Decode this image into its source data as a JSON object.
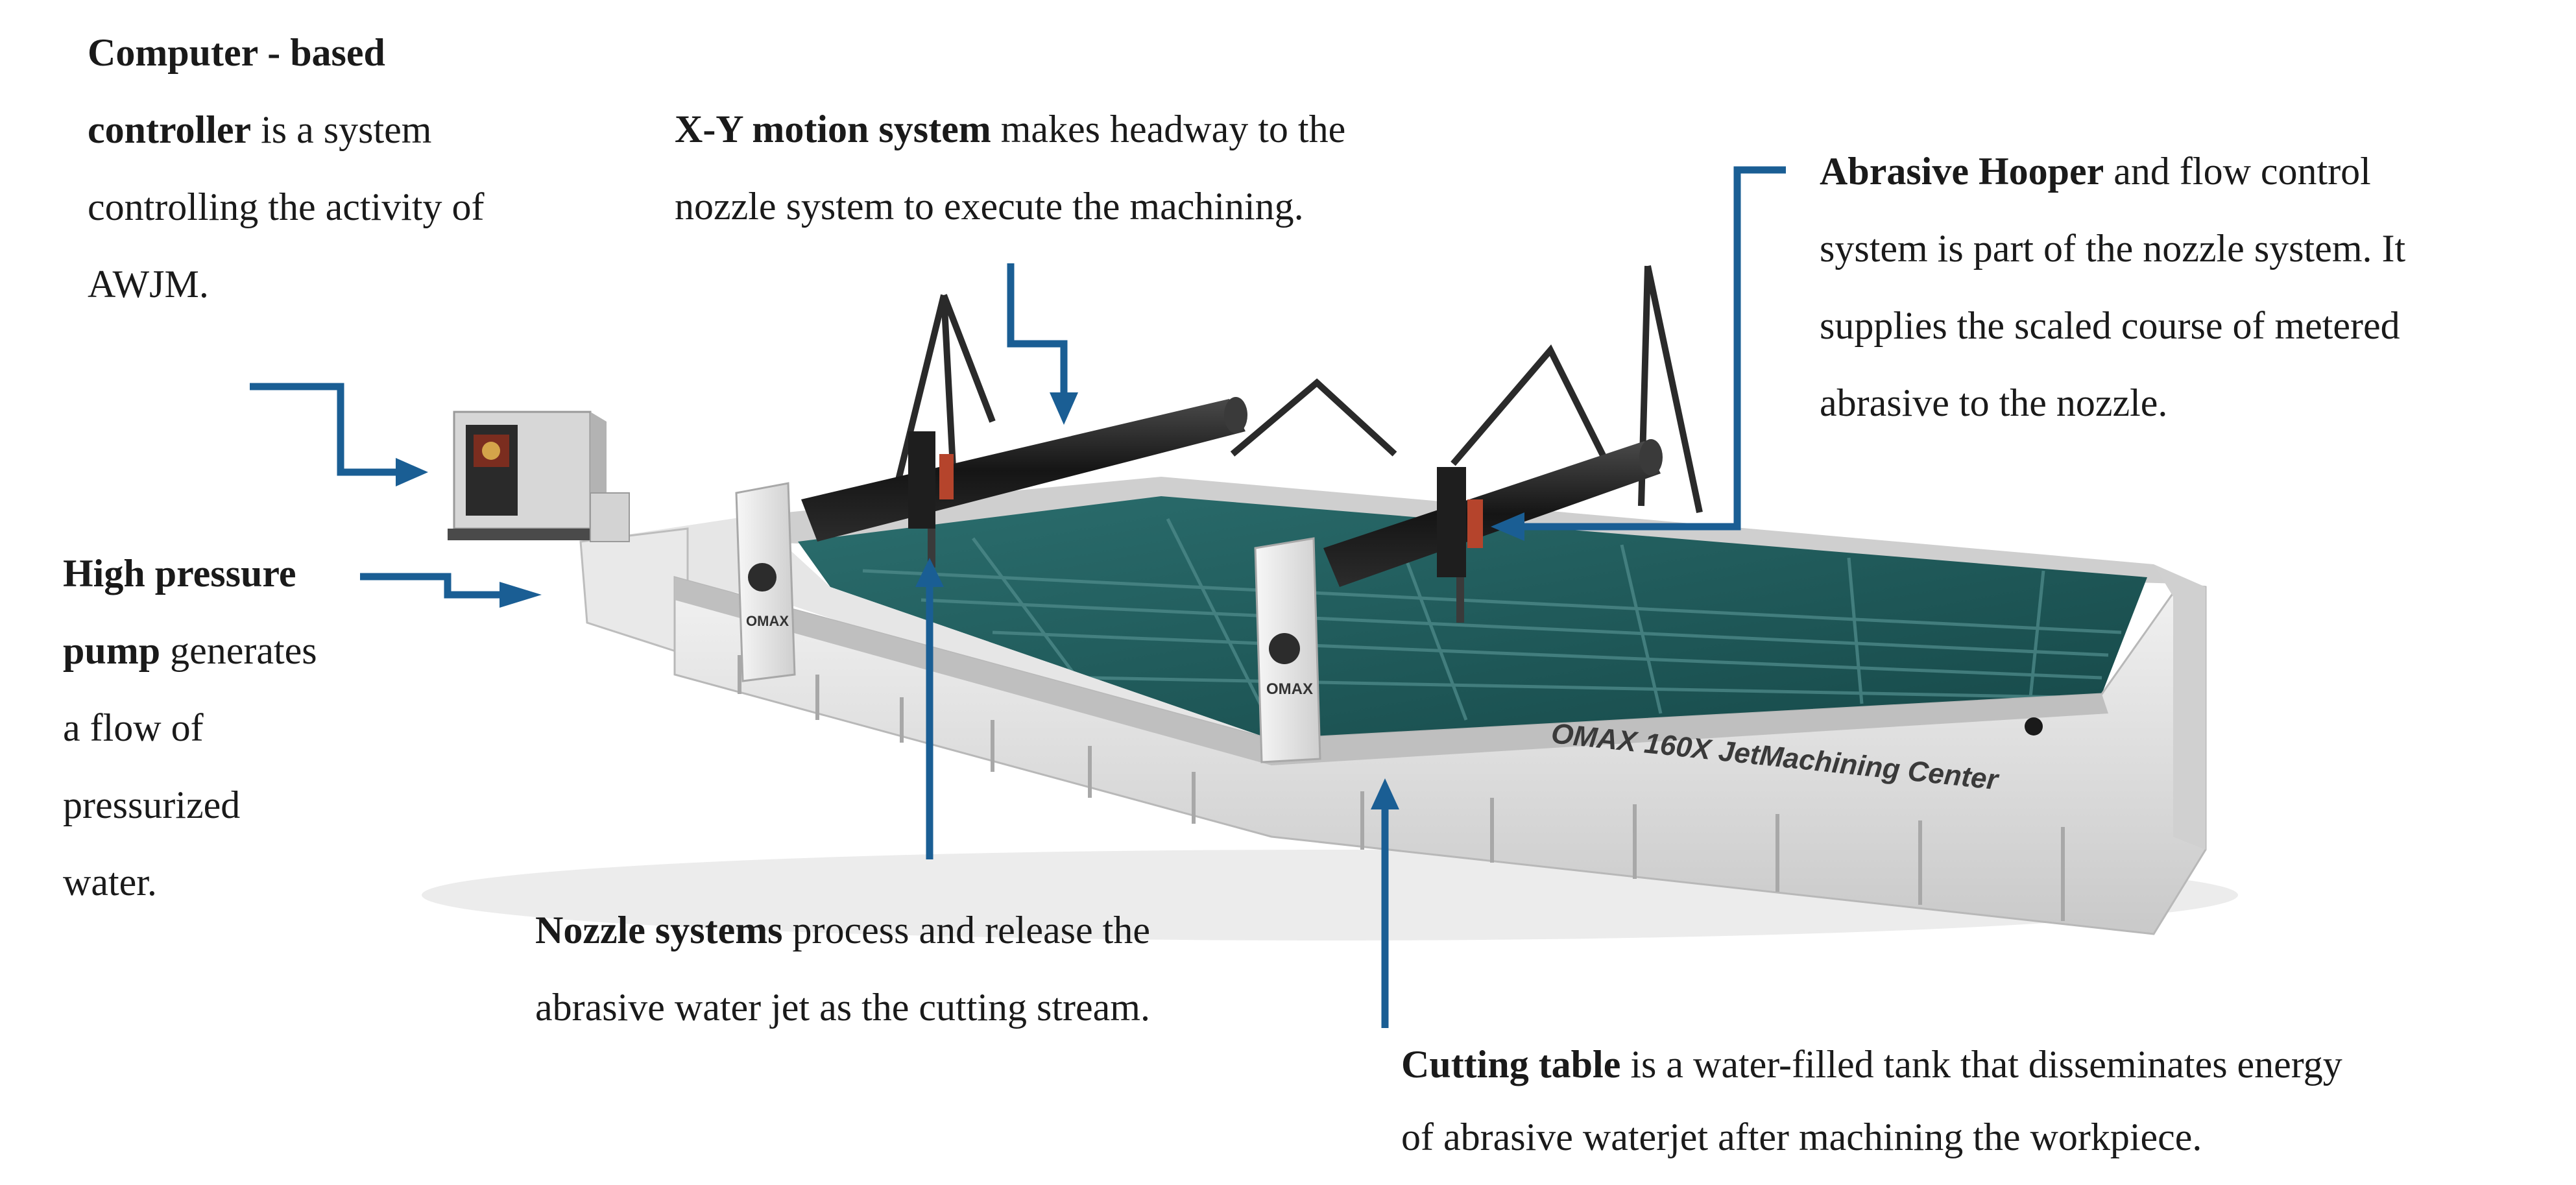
{
  "colors": {
    "arrow": "#1a5e94",
    "machine_body": "#d9d9d9",
    "water": "#1f5c5c",
    "rails": "#1c1c1c"
  },
  "machine": {
    "brand_text": "OMAX 160X JetMachining Center",
    "post_text": "OMAX"
  },
  "labels": {
    "controller": {
      "bold1": "Computer - based",
      "bold2": "controller",
      "rest2": " is a system",
      "line3": "controlling the activity of",
      "line4": "AWJM."
    },
    "xy": {
      "bold": "X-Y motion system",
      "rest1": " makes headway to the",
      "line2": "nozzle system to execute the machining."
    },
    "hopper": {
      "bold": "Abrasive Hooper",
      "rest1": " and flow control",
      "line2": "system is part of the nozzle system. It",
      "line3": "supplies the scaled course of metered",
      "line4": "abrasive to the nozzle."
    },
    "pump": {
      "bold1": "High pressure",
      "bold2": "pump",
      "rest2": " generates",
      "line3": "a flow of",
      "line4": "pressurized",
      "line5": "water."
    },
    "nozzle": {
      "bold": "Nozzle systems",
      "rest1": " process and release the",
      "line2": "abrasive water jet as the cutting stream."
    },
    "table": {
      "bold": "Cutting table",
      "rest1": " is a water-filled tank that disseminates energy",
      "line2": "of abrasive waterjet after machining the workpiece."
    }
  }
}
